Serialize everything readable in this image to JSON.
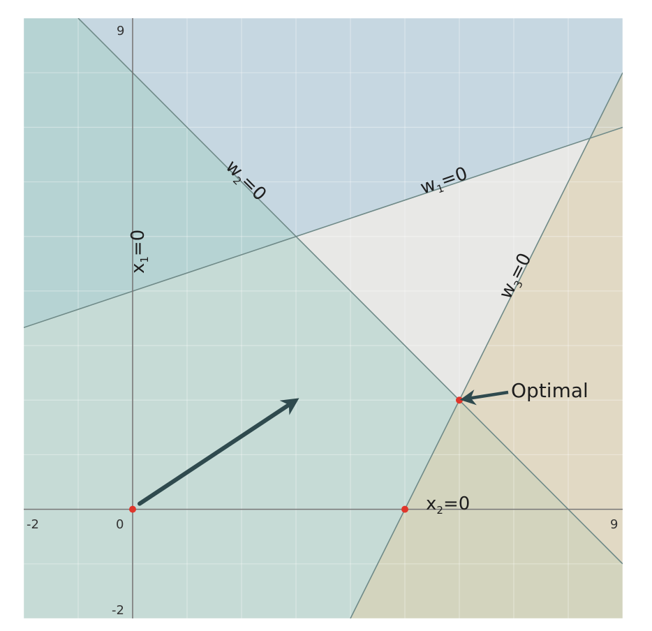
{
  "ticks": {
    "x_min": "-2",
    "x_zero": "0",
    "x_max": "9",
    "y_max": "9",
    "y_min": "-2"
  },
  "lines": {
    "x1": {
      "name": "x",
      "sub": "1",
      "eq": "=0"
    },
    "x2": {
      "name": "x",
      "sub": "2",
      "eq": "=0"
    },
    "w1": {
      "name": "w",
      "sub": "1",
      "eq": "=0"
    },
    "w2": {
      "name": "w",
      "sub": "2",
      "eq": "=0"
    },
    "w3": {
      "name": "w",
      "sub": "3",
      "eq": "=0"
    }
  },
  "optimal_label": "Optimal",
  "colors": {
    "background": "#e8e8e6",
    "region_w1": "#a9c9dd",
    "region_w2": "#a9cfc8",
    "region_w3": "#dccfae",
    "grid": "#ffffff",
    "axis": "#777777",
    "constraint_line": "#6f8a88",
    "point": "#e0352b",
    "arrow": "#2f4a4e"
  },
  "chart_data": {
    "type": "line",
    "xlim": [
      -2,
      9
    ],
    "ylim": [
      -2,
      9
    ],
    "grid": true,
    "constraints": [
      {
        "label": "w1=0",
        "points": [
          [
            -2,
            3.33
          ],
          [
            9,
            7.0
          ]
        ]
      },
      {
        "label": "w2=0",
        "points": [
          [
            -1,
            9
          ],
          [
            9,
            -1
          ]
        ]
      },
      {
        "label": "w3=0",
        "points": [
          [
            4,
            -2
          ],
          [
            9,
            8
          ]
        ]
      },
      {
        "label": "x1=0",
        "points": [
          [
            0,
            -2
          ],
          [
            0,
            9
          ]
        ]
      },
      {
        "label": "x2=0",
        "points": [
          [
            -2,
            0
          ],
          [
            9,
            0
          ]
        ]
      }
    ],
    "points": [
      {
        "name": "origin",
        "x": 0,
        "y": 0
      },
      {
        "name": "x2-intercept",
        "x": 5,
        "y": 0
      },
      {
        "name": "optimal",
        "x": 6,
        "y": 2,
        "label": "Optimal"
      }
    ],
    "objective_direction": {
      "from": [
        0,
        0
      ],
      "to": [
        3,
        2
      ]
    }
  }
}
